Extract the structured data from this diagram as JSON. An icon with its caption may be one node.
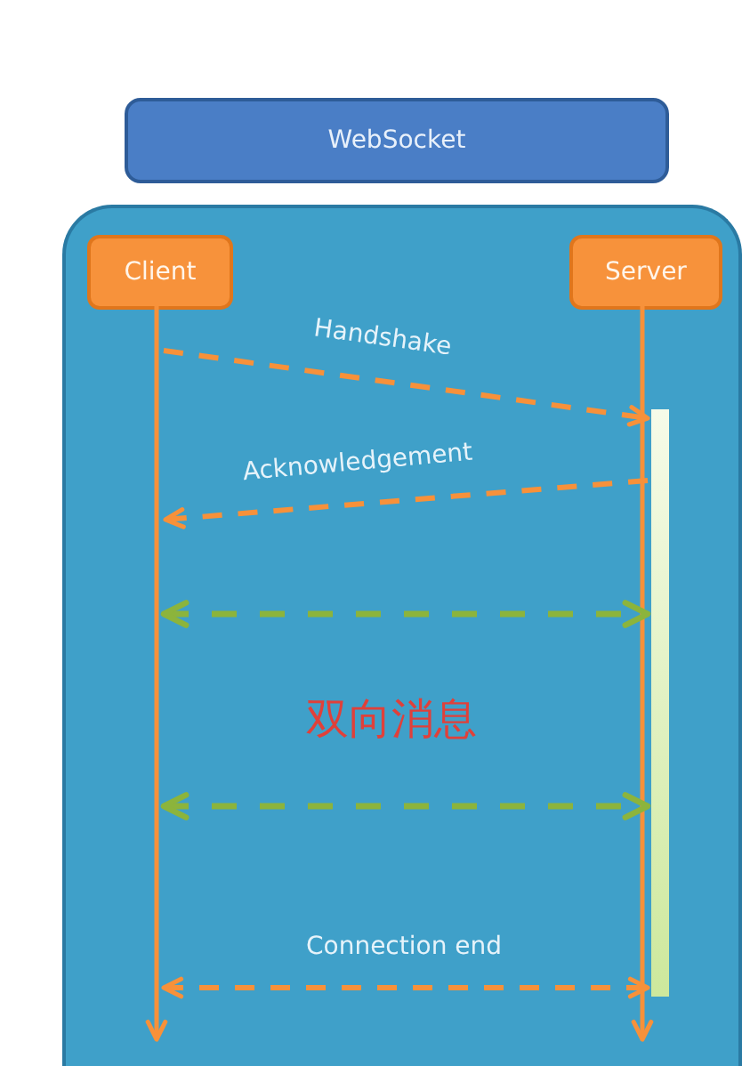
{
  "diagram": {
    "nodes": [
      {
        "text": [
          "WebSocket"
        ]
      },
      {
        "text": [],
        "shape": "box"
      },
      {
        "text": [
          "Client"
        ],
        "in": 1
      },
      {
        "text": [
          "Server"
        ],
        "in": 1
      },
      {
        "text": [],
        "shape": "bar",
        "in": 1
      }
    ],
    "edges": [
      {
        "from": 2,
        "to": null,
        "arrow": "to"
      },
      {
        "from": 3,
        "to": null,
        "arrow": "to"
      },
      {
        "from": null,
        "to": 4,
        "arrow": "to",
        "style": "dashed",
        "label": "Handshake"
      },
      {
        "from": 4,
        "to": null,
        "arrow": "to",
        "style": "dashed",
        "label": "Acknowledgement"
      },
      {
        "from": null,
        "to": 4,
        "arrow": "both",
        "style": "dashed",
        "color": "#8cb43c"
      },
      {
        "from": null,
        "to": 4,
        "arrow": "both",
        "style": "dashed",
        "color": "#8cb43c"
      },
      {
        "from": null,
        "to": 4,
        "arrow": "both",
        "style": "dashed",
        "label": "Connection end"
      }
    ],
    "labels": [
      "双向消息"
    ]
  }
}
